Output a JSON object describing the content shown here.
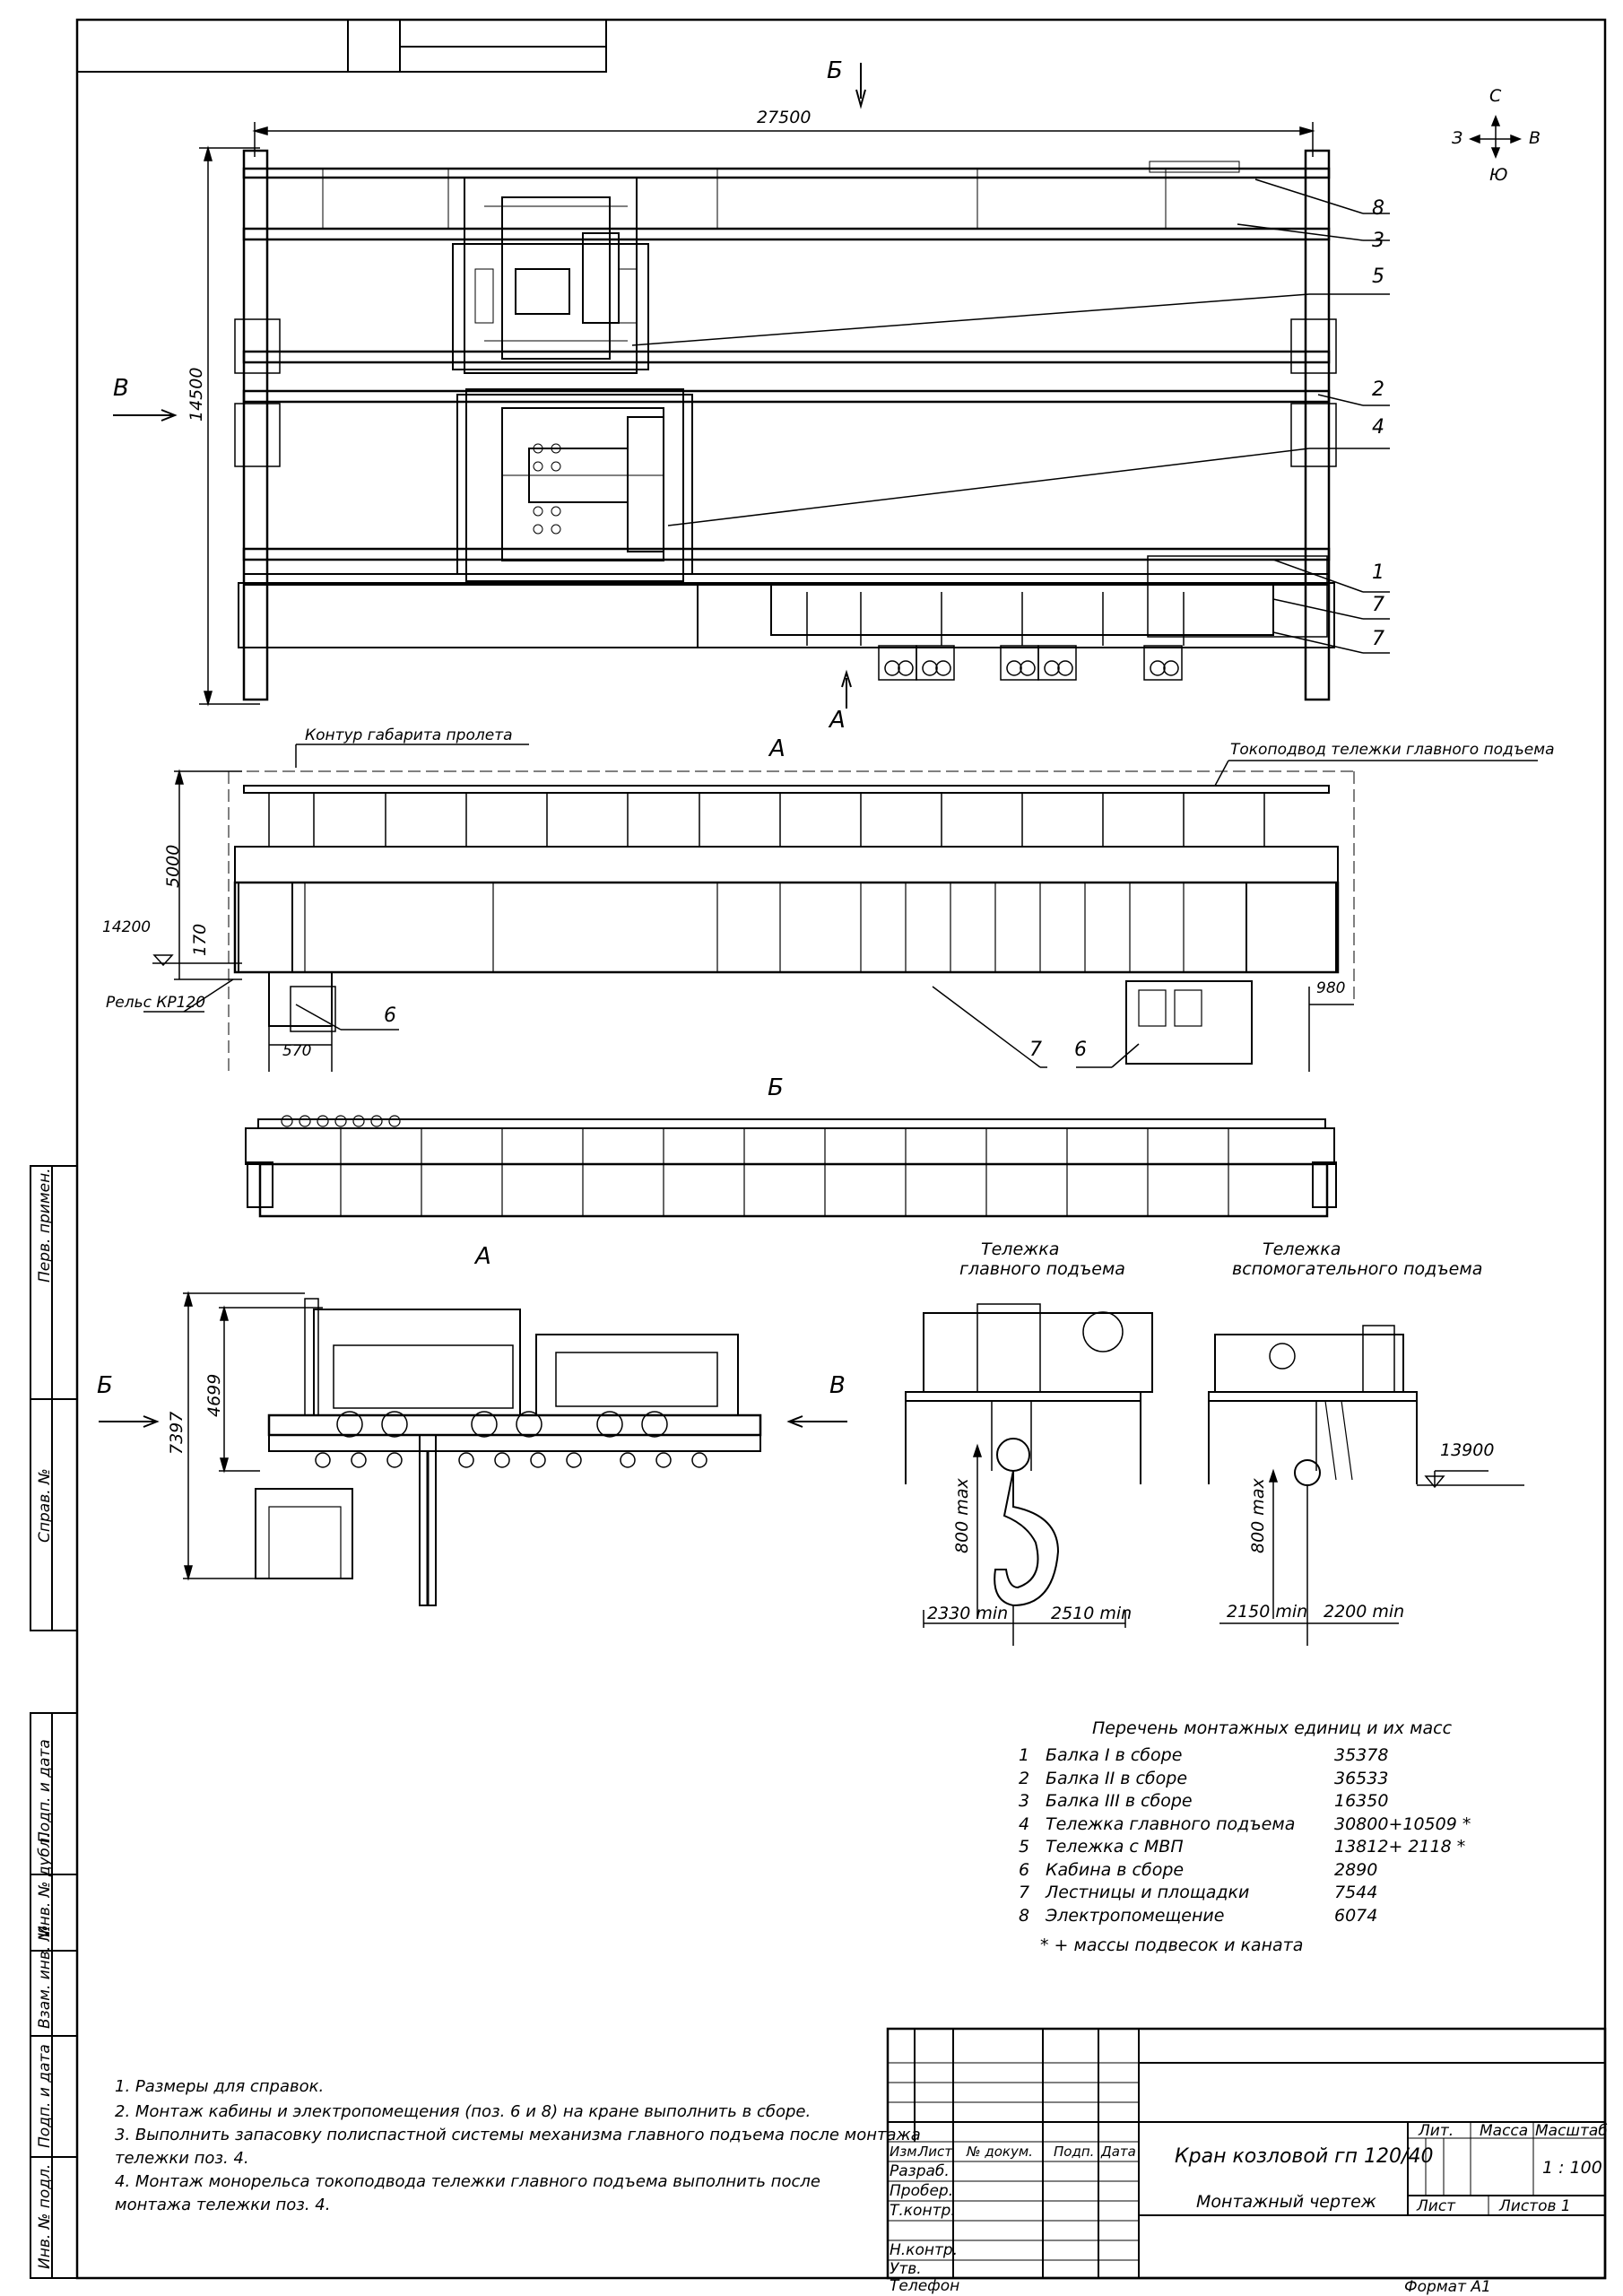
{
  "drawing_title": "Кран козловой гп 120/40",
  "drawing_subtitle": "Монтажный чертеж",
  "format": "Формат А1",
  "scale": "1 : 100",
  "sheets_label": "Листов 1",
  "sheet_label": "Лист",
  "stamp_headers": {
    "lit": "Лит.",
    "mass": "Масса",
    "scale": "Масштаб"
  },
  "stamp_columns": {
    "izm": "Изм.",
    "list": "Лист",
    "doc": "№ докум.",
    "sign": "Подп.",
    "date": "Дата"
  },
  "stamp_roles": [
    "Разраб.",
    "Пробер.",
    "Т.контр.",
    "Н.контр.",
    "Утв.",
    "Телефон"
  ],
  "side_labels": [
    "Перв. примен.",
    "Справ. №",
    "Подп. и дата",
    "Инв. № дубл.",
    "Взам. инв. №",
    "Подп. и дата",
    "Инв. № подл."
  ],
  "compass": {
    "n": "С",
    "s": "Ю",
    "w": "З",
    "e": "В"
  },
  "view_labels": {
    "b_top": "Б",
    "a_bottom": "А",
    "v_left": "В",
    "a_front": "А",
    "b_front": "Б",
    "a_side": "А",
    "b_side": "Б",
    "v_side": "В"
  },
  "dimensions": {
    "span": "27500",
    "width": "14500",
    "height": "5000",
    "rail_gap": "170",
    "rail_level": "14200",
    "cab_offset": "570",
    "right_offset": "980",
    "side_height": "4699",
    "side_total": "7397",
    "hook1_left": "2330 min",
    "hook1_right": "2510 min",
    "hook2_left": "2150 min",
    "hook2_right": "2200 min",
    "hook_depth1": "800 max",
    "hook_depth2": "800 max",
    "level2": "13900"
  },
  "callouts": {
    "contour": "Контур габарита пролета",
    "current_lead": "Токоподвод тележки главного подъема",
    "rail": "Рельс КР120",
    "trolley_main": "Тележка\nглавного подъема",
    "trolley_main_l1": "Тележка",
    "trolley_main_l2": "главного подъема",
    "trolley_aux_l1": "Тележка",
    "trolley_aux_l2": "вспомогательного подъема"
  },
  "position_numbers": [
    "8",
    "3",
    "5",
    "2",
    "4",
    "1",
    "7",
    "7",
    "6",
    "7",
    "6"
  ],
  "parts_title": "Перечень монтажных единиц и их масс",
  "parts": [
    {
      "no": "1",
      "name": "Балка I в сборе",
      "mass": "35378"
    },
    {
      "no": "2",
      "name": "Балка II в сборе",
      "mass": "36533"
    },
    {
      "no": "3",
      "name": "Балка III в сборе",
      "mass": "16350"
    },
    {
      "no": "4",
      "name": "Тележка главного подъема",
      "mass": "30800+10509 *"
    },
    {
      "no": "5",
      "name": "Тележка с МВП",
      "mass": "13812+  2118 *"
    },
    {
      "no": "6",
      "name": "Кабина в сборе",
      "mass": "2890"
    },
    {
      "no": "7",
      "name": "Лестницы и площадки",
      "mass": "7544"
    },
    {
      "no": "8",
      "name": "Электропомещение",
      "mass": "6074"
    }
  ],
  "parts_footnote": "* + массы подвесок и каната",
  "notes": [
    "1. Размеры для справок.",
    "2. Монтаж кабины и электропомещения (поз. 6 и 8) на кране выполнить в сборе.",
    "3. Выполнить запасовку полиспастной системы механизма главного подъема после монтажа",
    "тележки поз. 4.",
    "4. Монтаж монорельса токоподвода тележки главного подъема выполнить после",
    "монтажа тележки поз. 4."
  ]
}
